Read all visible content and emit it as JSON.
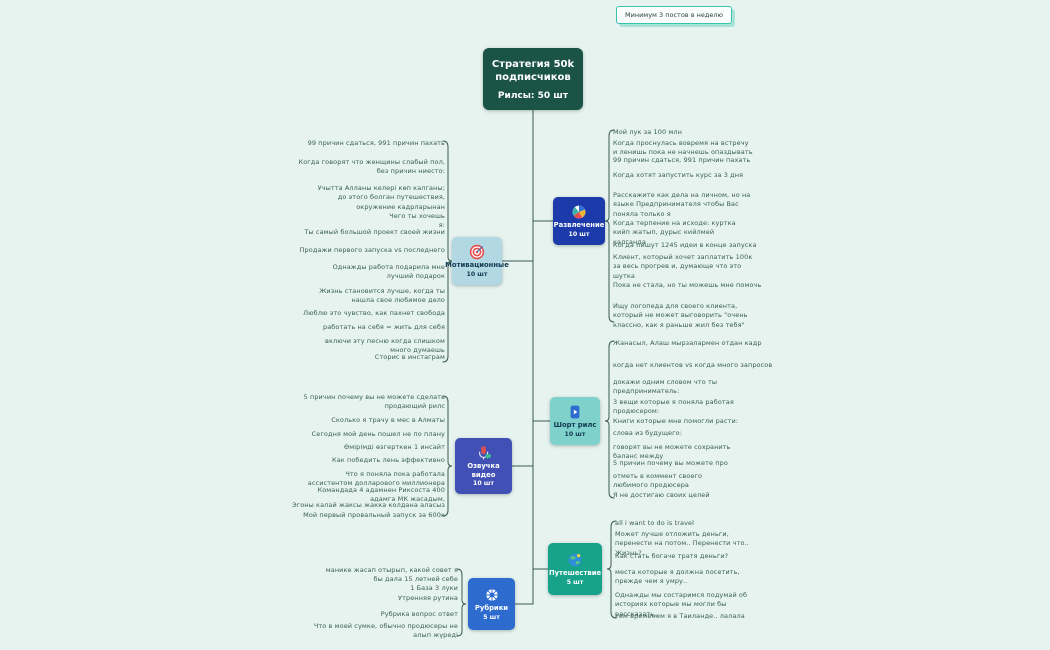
{
  "note": {
    "text": "Минимум 3 постов в неделю"
  },
  "root": {
    "title_line1": "Стратегия 50k",
    "title_line2": "подписчиков",
    "reels_line": "Рилсы: 50 шт"
  },
  "colors": {
    "background": "#e6f3ee",
    "connector": "#3a5a52",
    "root_bg": "#1b5347",
    "note_border": "#37c3ac"
  },
  "branches": [
    {
      "label": "Мотивационные",
      "count": "10 шт",
      "side": "left",
      "color": "#b2d8e4",
      "text_color": "#123a52",
      "icon": "target-icon",
      "items": [
        "99 причин сдаться, 991 причин пахать",
        "Когда говорят что женщины слабый пол, без причин ниесто:",
        "Учытта Алланы келері көп калганы; до этого болган путешествия, окружение кадрларынан",
        "Чего ты хочешь я:",
        "Ты самый большой проект своей жизни",
        "Продажи первого запуска vs последнего",
        "Однажды работа подарила мне лучший подарок",
        "Жизнь становится лучше, когда ты нашла свое любимое дело",
        "Люблю это чувство, как пахнет свобода",
        "работать на себя = жить для себя",
        "включи эту песню когда слишком много думаешь",
        "Сторис в инстаграм"
      ]
    },
    {
      "label": "Развлечение",
      "count": "10 шт",
      "side": "right",
      "color": "#1c3aa9",
      "text_color": "#ffffff",
      "icon": "beach-ball-icon",
      "items": [
        "Мой лук за 100 млн",
        "Когда проснулась вовремя на встречу и ленишь пока не начнешь опаздывать",
        "99 причин сдаться, 991 причин пахать",
        "Когда хотят запустить курс за 3 дня",
        "Расскажите как дела на личном, но на языке Предпринимателя чтобы Вас поняла только я",
        "Когда терпение на исходе: куртка кийп жатып, дурыс кийлмей калганда",
        "Когда пишут 1245 идеи в конце запуска",
        "Клиент, который хочет заплатить 100к за весь прогрев и, думающе что это шутка",
        "Пока не стала, но ты можешь мне помочь",
        "Ищу логопеда для своего клиента, который не может выговорить \"очень классно, как я раньше жил без тебя\""
      ]
    },
    {
      "label": "Шорт рилс",
      "count": "10 шт",
      "side": "right",
      "color": "#7fd2cb",
      "text_color": "#123a52",
      "icon": "reels-icon",
      "items": [
        "Жанасыл, Алаш мырзалармен отдан кадр",
        "когда нет клиентов vs когда много запросов",
        "докажи одним словом что ты предприниматель:",
        "3 вещи которые я поняла работая продюсером:",
        "Книги которые мне помогли расти:",
        "слова из будущего:",
        "говорят вы не можете сохранить баланс между",
        "5 причин почему вы можете про",
        "отметь в коммент своего любимого продюсера",
        "Я не достигаю своих целей"
      ]
    },
    {
      "label": "Озвучка видео",
      "count": "10 шт",
      "side": "left",
      "color": "#4150b5",
      "text_color": "#ffffff",
      "icon": "microphone-icon",
      "items": [
        "5 причин почему вы не можете сделать продающий рилс",
        "Сколько я трачу в мес в Алматы",
        "Сегодня мой день пошел не по плану",
        "Өмірімді өзгерткен 1 инсайт",
        "Как победить лень эффективно",
        "Что я поняла пока работала ассистентом долларового миллионера",
        "Командада 4 адамнен Риксоста 400 адамга МК жасадым,",
        "Эгоны калай жаксы жакка колдана аласыз",
        "Мой первый провальный запуск за 600к"
      ]
    },
    {
      "label": "Путешествие",
      "count": "5 шт",
      "side": "right",
      "color": "#17a28b",
      "text_color": "#ffffff",
      "icon": "globe-icon",
      "items": [
        "all i want to do is travel",
        "Может лучше отложить деньги, перенести на потом.. Перенести что.. Жизнь?",
        "Как стать богаче тратя деньги?",
        "места которые я должна посетить, прежде чем я умру..",
        "Однажды мы состаримся подумай об историях которые мы могли бы рассказать..",
        "тем временем я в Таиланде.. лалала"
      ]
    },
    {
      "label": "Рубрики",
      "count": "5 шт",
      "side": "left",
      "color": "#2d6bcf",
      "text_color": "#ffffff",
      "icon": "rubrics-icon",
      "items": [
        "манике жасап отырып, какой совет я бы дала 15 летней себе",
        "1 База 3 луки",
        "Утренняя рутина",
        "Рубрика вопрос ответ",
        "Что в моей сумке, обычно продюсеры не алып жүреді"
      ]
    }
  ]
}
